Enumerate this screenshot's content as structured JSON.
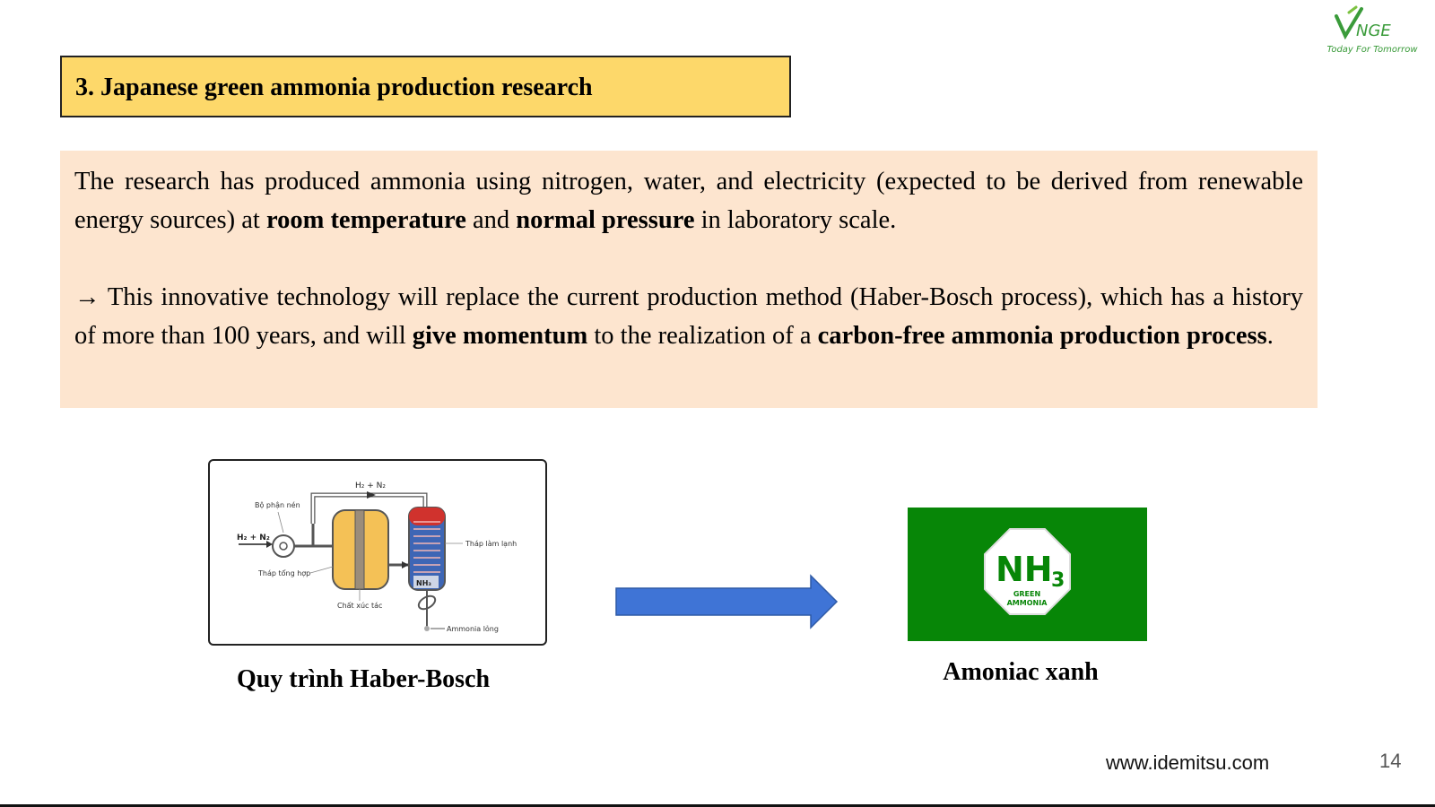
{
  "logo": {
    "brand_icon": "vnge-logo-icon",
    "tagline": "Today For Tomorrow",
    "color": "#3a9b3a"
  },
  "slide": {
    "title": "3. Japanese green ammonia production research",
    "paragraph1": {
      "pre": "The research has produced ammonia using nitrogen, water, and electricity (expected to be derived from renewable energy sources) at ",
      "bold1": "room temperature",
      "mid": " and ",
      "bold2": "normal pressure",
      "post": " in laboratory scale."
    },
    "paragraph2": {
      "pre": "→ This innovative technology will replace the current production method (Haber-Bosch process), which has a history of more than 100 years, and will ",
      "bold1": "give momentum",
      "mid": " to the realization of a ",
      "bold2": "carbon-free ammonia production process",
      "post": "."
    }
  },
  "diagram": {
    "label_top": "H₂ + N₂",
    "label_compressor": "Bộ phận nén",
    "label_input": "H₂ + N₂",
    "label_cooling": "Tháp làm lạnh",
    "label_synthesis": "Tháp tổng hợp",
    "label_catalyst": "Chất xúc tác",
    "label_nh3": "NH₃",
    "label_liquid": "Ammonia lỏng",
    "caption": "Quy trình Haber-Bosch"
  },
  "green_ammonia": {
    "formula": "NH",
    "subscript": "3",
    "line1": "GREEN",
    "line2": "AMMONIA",
    "caption": "Amoniac xanh",
    "bg_color": "#078607"
  },
  "arrow": {
    "color": "#3f74d6",
    "icon": "right-arrow-icon"
  },
  "footer": {
    "url": "www.idemitsu.com",
    "page": "14"
  }
}
